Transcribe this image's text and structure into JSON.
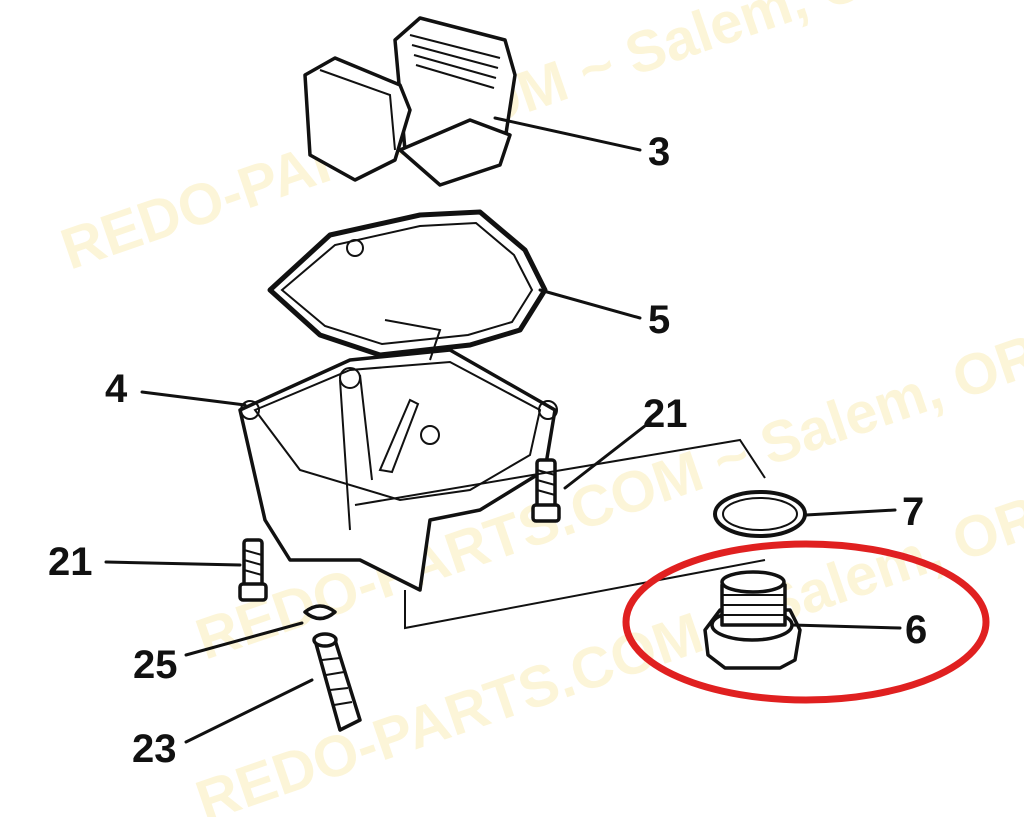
{
  "watermark": {
    "text": "REDO-PARTS.COM ~ Salem, OR",
    "color": "#fcf5d8"
  },
  "callouts": [
    {
      "id": "3"
    },
    {
      "id": "5"
    },
    {
      "id": "4"
    },
    {
      "id": "21"
    },
    {
      "id": "21"
    },
    {
      "id": "7"
    },
    {
      "id": "6"
    },
    {
      "id": "25"
    },
    {
      "id": "23"
    }
  ],
  "highlight": {
    "target": "6",
    "color": "#e02020",
    "shape": "ellipse"
  }
}
